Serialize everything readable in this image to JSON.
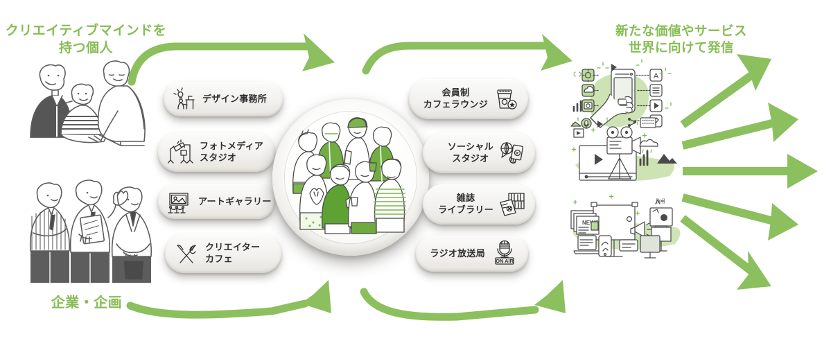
{
  "diagram": {
    "title_left": "クリエイティブマインドを\n持つ個人",
    "title_right": "新たな価値やサービス\n世界に向けて発信",
    "title_bottom": "企業・企画",
    "accent_color": "#86bd55",
    "text_color": "#2f2f2f",
    "pill_bg": "#f2f1ee",
    "background": "#ffffff"
  },
  "left_facilities": [
    {
      "label": "デザイン事務所",
      "icon": "designer-at-desk-icon"
    },
    {
      "label": "フォトメディア\nスタジオ",
      "icon": "studio-light-icon"
    },
    {
      "label": "アートギャラリー",
      "icon": "framed-picture-icon"
    },
    {
      "label": "クリエイター\nカフェ",
      "icon": "fork-knife-icon"
    }
  ],
  "right_facilities": [
    {
      "label": "会員制\nカフェラウンジ",
      "icon": "coffee-cup-star-icon"
    },
    {
      "label": "ソーシャル\nスタジオ",
      "icon": "globe-phone-icon"
    },
    {
      "label": "雑誌\nライブラリー",
      "icon": "bookshelf-magazine-icon"
    },
    {
      "label": "ラジオ放送局",
      "icon": "microphone-onair-icon"
    }
  ],
  "center": {
    "illustration": "group-of-people-illustration"
  },
  "illustrations": {
    "top_left": "three-creative-individuals-illustration",
    "bottom_left": "three-business-people-illustration",
    "right": "digital-media-broadcast-illustration"
  },
  "icon_labels": {
    "on_air": "ON AIR",
    "news": "NEWS",
    "app_letter": "A"
  },
  "arrows": {
    "count_flow": 4,
    "count_output": 5,
    "color": "#8cbf5e"
  }
}
